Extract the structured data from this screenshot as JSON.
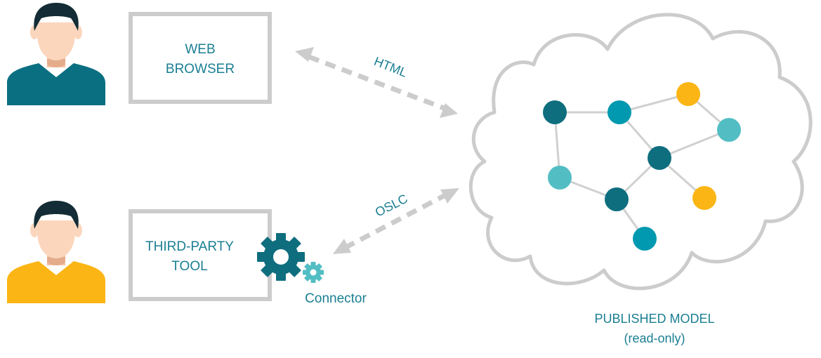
{
  "users": [
    {
      "role": "web-user",
      "shirt_color": "#0b6f82"
    },
    {
      "role": "tool-user",
      "shirt_color": "#fbb514"
    }
  ],
  "web_browser": {
    "label_line1": "WEB",
    "label_line2": "BROWSER"
  },
  "third_party_tool": {
    "label_line1": "THIRD-PARTY",
    "label_line2": "TOOL",
    "connector_label": "Connector"
  },
  "links": {
    "html_label": "HTML",
    "oslc_label": "OSLC"
  },
  "model": {
    "label_line1": "PUBLISHED MODEL",
    "label_line2": "(read-only)"
  },
  "colors": {
    "dark_teal": "#0e6e7e",
    "teal": "#0099b0",
    "light_teal": "#52bec4",
    "yellow": "#fbb514",
    "gray": "#cccccc",
    "text_teal": "#1b7f92",
    "skin": "#fbd6bd",
    "hair": "#132c36"
  }
}
